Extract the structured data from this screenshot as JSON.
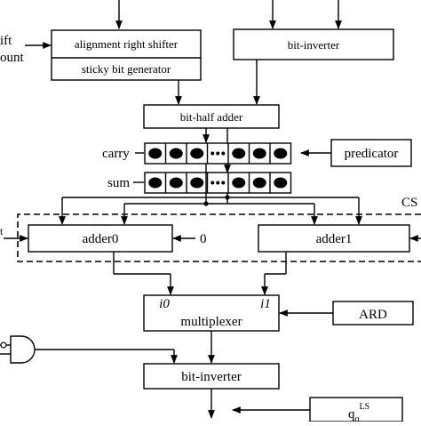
{
  "blocks": {
    "alignment_shifter": "alignment right shifter",
    "sticky_gen": "sticky bit generator",
    "bit_inverter_top": "bit-inverter",
    "bit_half_adder": "bit-half adder",
    "predicator": "predicator",
    "adder0": "adder0",
    "adder1": "adder1",
    "multiplexer": "multiplexer",
    "ard": "ARD",
    "bit_inverter_bottom": "bit-inverter"
  },
  "labels": {
    "shift_line1": "ift",
    "shift_line2": "ount",
    "carry": "carry",
    "sum": "sum",
    "csa_fragment": "CS",
    "adder0_const": "0",
    "mux_in0": "i0",
    "mux_in1": "i1",
    "qo_base": "q",
    "qo_sub": "o",
    "qo_sup": "LS",
    "left_edge_mark": "t"
  },
  "registers": {
    "carry_cells": [
      "large-dot",
      "large-dot",
      "large-dot",
      "small-dots",
      "large-dot",
      "large-dot",
      "large-dot"
    ],
    "sum_cells": [
      "large-dot",
      "large-dot",
      "large-dot",
      "small-dots",
      "large-dot",
      "large-dot",
      "large-dot"
    ]
  }
}
